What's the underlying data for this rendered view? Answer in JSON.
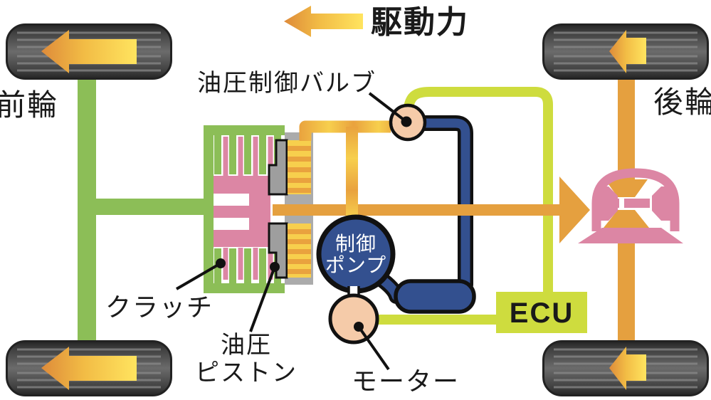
{
  "labels": {
    "drive_force": "駆動力",
    "front_wheel": "前輪",
    "rear_wheel": "後輪",
    "hydraulic_valve": "油圧制御バルブ",
    "clutch": "クラッチ",
    "piston_line1": "油圧",
    "piston_line2": "ピストン",
    "pump_line1": "制御",
    "pump_line2": "ポンプ",
    "motor": "モーター",
    "ecu": "ECU"
  },
  "colors": {
    "green": "#8CBE57",
    "pink": "#DC86A4",
    "orange": "#E5A03F",
    "arrow_orange": "#DE8B3A",
    "arrow_mid": "#F2BC45",
    "arrow_yellow": "#FFE45F",
    "hydraulic_yellow": "#F7CF4D",
    "hydraulic_orange": "#E9A23E",
    "blue": "#33508F",
    "lime": "#CEDC3E",
    "peach": "#F5CBA9",
    "gray": "#ABABAB",
    "piston_gray": "#9E9E9E",
    "tire_dark": "#252525",
    "tire_mid": "#6B6B6B",
    "tread_gray": "#8C8C8C",
    "text_black": "#1A1A1A"
  },
  "diagram": {
    "type": "awd-coupling-schematic",
    "components": [
      {
        "name": "front-left-tire"
      },
      {
        "name": "front-right-tire"
      },
      {
        "name": "rear-left-tire"
      },
      {
        "name": "rear-right-tire"
      },
      {
        "name": "front-axle",
        "color": "#8CBE57"
      },
      {
        "name": "propeller-shaft",
        "color": "#E5A03F"
      },
      {
        "name": "rear-axle",
        "color": "#E5A03F"
      },
      {
        "name": "clutch",
        "label": "クラッチ"
      },
      {
        "name": "hydraulic-piston",
        "label": "油圧ピストン"
      },
      {
        "name": "hydraulic-control-valve",
        "label": "油圧制御バルブ"
      },
      {
        "name": "control-pump",
        "label": "制御ポンプ"
      },
      {
        "name": "motor",
        "label": "モーター"
      },
      {
        "name": "accumulator",
        "color": "#33508F"
      },
      {
        "name": "ecu",
        "label": "ECU"
      },
      {
        "name": "rear-differential",
        "color": "#DC86A4"
      },
      {
        "name": "drive-force-arrow",
        "label": "駆動力"
      }
    ]
  }
}
